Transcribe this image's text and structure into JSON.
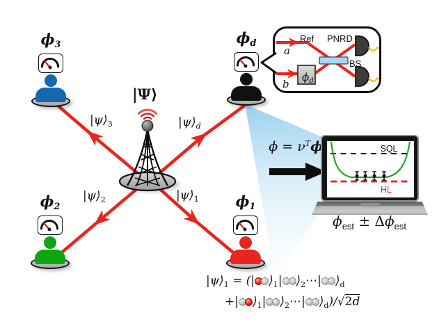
{
  "source": {
    "state": "|Ψ⟩"
  },
  "parties": [
    {
      "phi": "ϕ",
      "sub": "3",
      "state": "|ψ⟩",
      "state_sub": "3",
      "color": "#1667b1"
    },
    {
      "phi": "ϕ",
      "sub": "d",
      "state": "|ψ⟩",
      "state_sub": "d",
      "color": "#111111"
    },
    {
      "phi": "ϕ",
      "sub": "2",
      "state": "|ψ⟩",
      "state_sub": "2",
      "color": "#0fa50f"
    },
    {
      "phi": "ϕ",
      "sub": "1",
      "state": "|ψ⟩",
      "state_sub": "1",
      "color": "#e8251f"
    }
  ],
  "inset": {
    "ref": "Ref",
    "pnrd": "PNRD",
    "bs": "BS",
    "mode_a": "a",
    "mode_b": "b",
    "phase": "ϕ",
    "phase_sub": "d"
  },
  "formula": {
    "lhs": "ϕ",
    "eq": "=",
    "nu": "ν",
    "sup": "T",
    "rhs": "ϕ"
  },
  "laptop": {
    "sql": "SQL",
    "hl": "HL",
    "result": {
      "phi": "ϕ",
      "sub": "est",
      "pm": "±",
      "delta": "Δ",
      "phi2": "ϕ",
      "sub2": "est"
    }
  },
  "equation": {
    "lhs": "|ψ⟩",
    "sub1": "1",
    "sub2": "2",
    "subd": "d",
    "eq": "=",
    "open": "(",
    "bar": "|",
    "rangle": "⟩",
    "cdots": "⋯",
    "plus": "+",
    "close": ")",
    "slash": "/",
    "sqrt": "√",
    "rad_num": "2",
    "rad_var": "d"
  },
  "colors": {
    "beam_red": "#e8251f",
    "cone_blue": "#9ccdee",
    "bs_blue": "#a5d8f3",
    "wire_yellow": "#f2bf3a",
    "curve_green": "#28a228",
    "hl_red": "#ea1f1f",
    "party_blue": "#1667b1",
    "party_green": "#0fa50f",
    "party_red": "#e8251f",
    "party_black": "#111111"
  }
}
